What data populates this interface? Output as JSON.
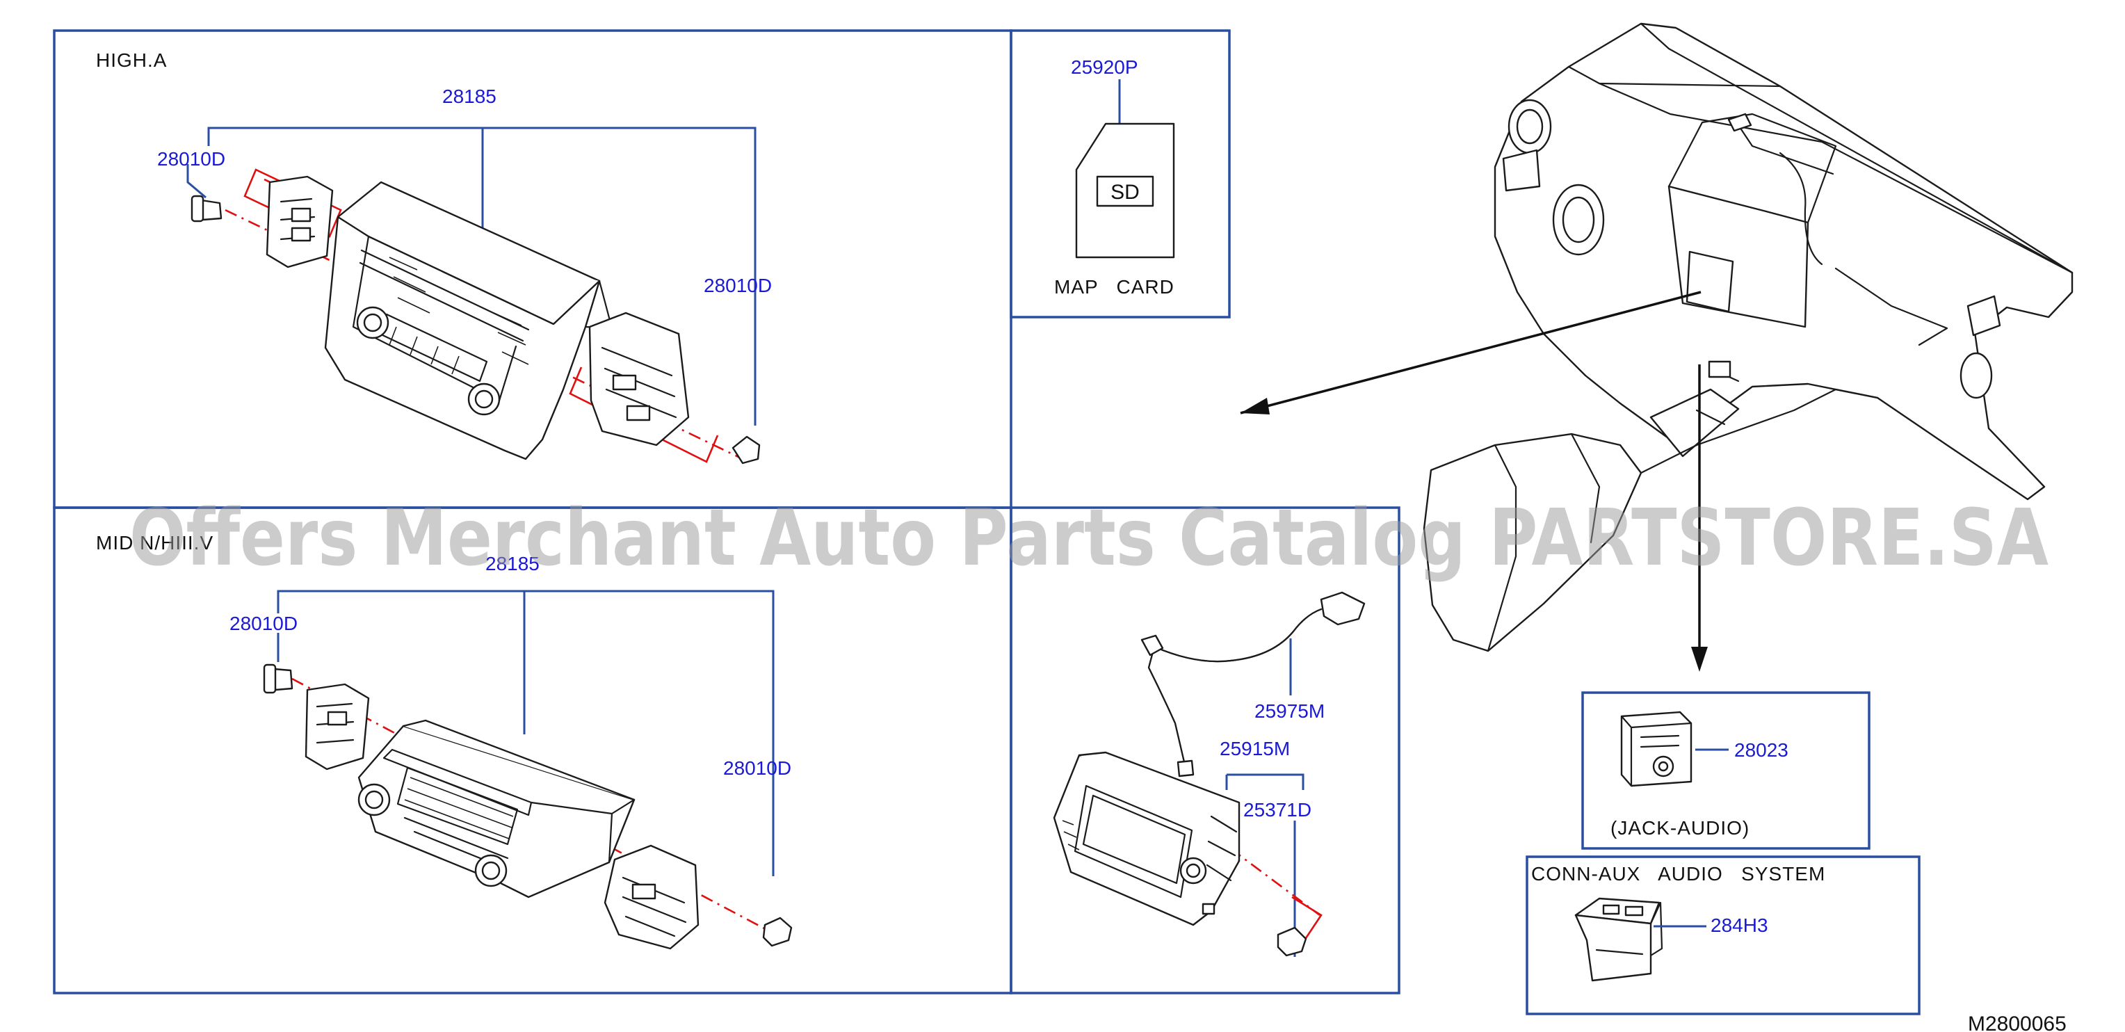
{
  "panels": {
    "high": {
      "caption": "HIGH.A",
      "parts": {
        "unit": "28185",
        "screw_left": "28010D",
        "screw_right": "28010D"
      }
    },
    "mid": {
      "caption": "MID N/HIII.V",
      "parts": {
        "unit": "28185",
        "screw_left": "28010D",
        "screw_right": "28010D"
      }
    },
    "sd": {
      "part": "25920P",
      "chip_label": "SD",
      "caption": "MAP   CARD"
    },
    "nav": {
      "part_antenna": "25975M",
      "part_unit": "25915M",
      "part_screw": "25371D"
    },
    "jack": {
      "part": "28023",
      "caption": "(JACK-AUDIO)"
    },
    "aux": {
      "title": "CONN-AUX   AUDIO   SYSTEM",
      "part": "284H3"
    }
  },
  "watermark": "Offers Merchant Auto Parts Catalog PARTSTORE.SA",
  "diagram_code": "M2800065",
  "colors": {
    "frame": "#2a4fa0",
    "part_number": "#1a1ad6",
    "dashed_axis": "#e01010",
    "linework": "#1b1b1b"
  }
}
